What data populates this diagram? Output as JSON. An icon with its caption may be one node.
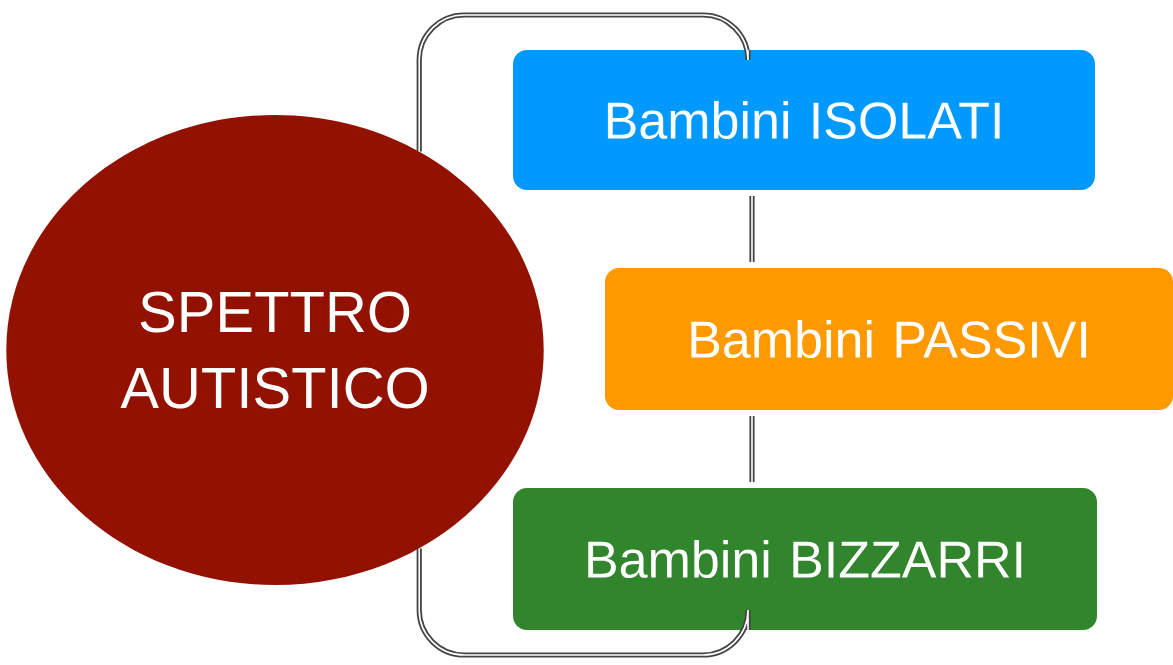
{
  "diagram": {
    "nodes": [
      {
        "text": [
          "SPETTRO AUTISTICO"
        ]
      },
      {
        "text": [
          "Bambini ISOLATI"
        ]
      },
      {
        "text": [
          "Bambini PASSIVI"
        ]
      },
      {
        "text": [
          "Bambini BIZZARRI"
        ]
      }
    ],
    "edges": [
      {
        "from": 0,
        "to": 1,
        "arrow": "none"
      },
      {
        "from": 1,
        "to": 2,
        "arrow": "none"
      },
      {
        "from": 2,
        "to": 3,
        "arrow": "none"
      },
      {
        "from": 0,
        "to": 3,
        "arrow": "none"
      }
    ]
  }
}
